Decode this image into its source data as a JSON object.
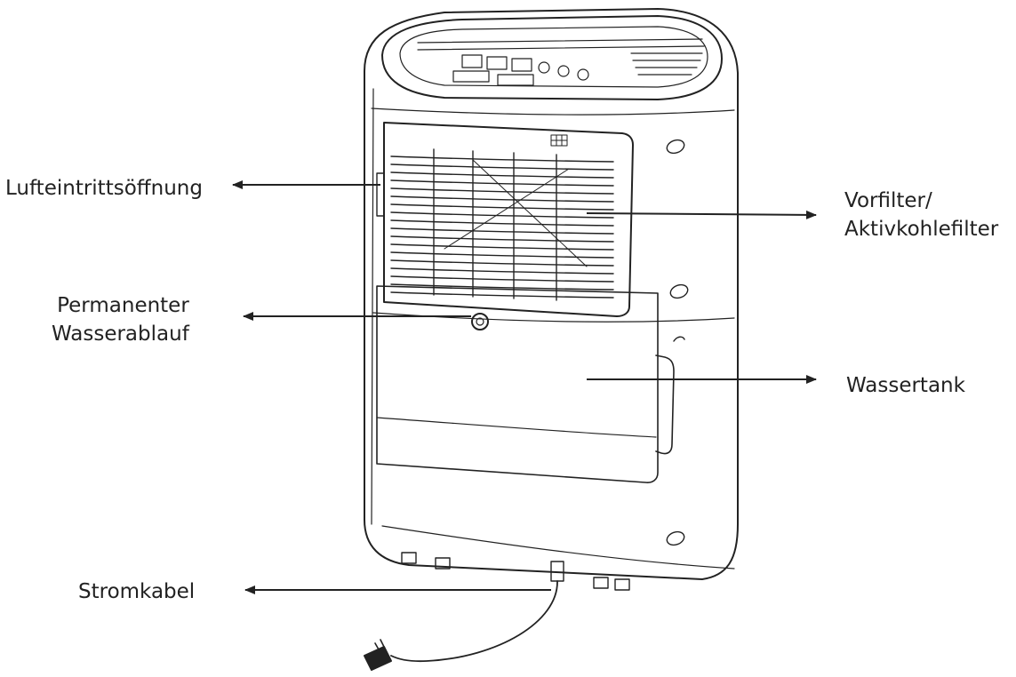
{
  "labels": {
    "air_inlet": "Lufteintrittsöffnung",
    "drain_line1": "Permanenter",
    "drain_line2": "Wasserablauf",
    "power_cable": "Stromkabel",
    "filter_line1": "Vorfilter/",
    "filter_line2": "Aktivkohlefilter",
    "water_tank": "Wassertank"
  },
  "colors": {
    "line": "#222222",
    "background": "#ffffff"
  }
}
